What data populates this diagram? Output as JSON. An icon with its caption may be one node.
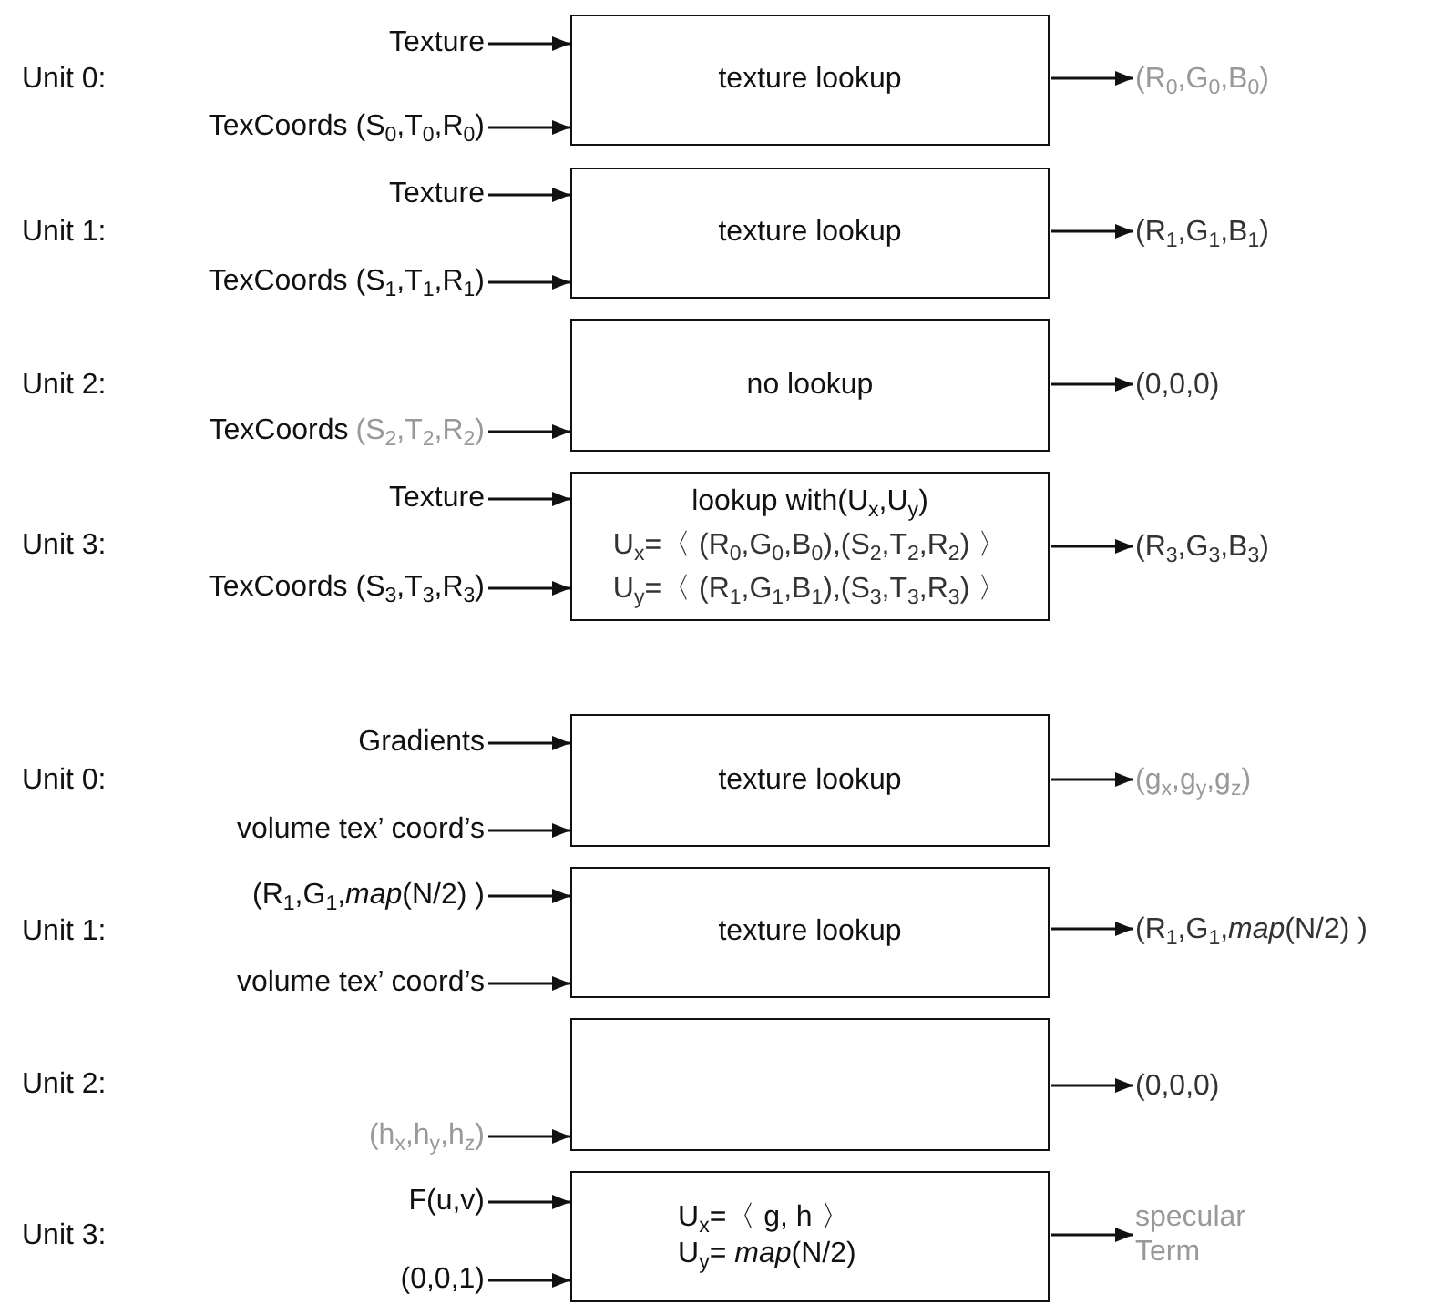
{
  "diagram": {
    "nodes": [
      {
        "text": [
          "Texture"
        ]
      },
      {
        "text": [
          "TexCoords (S$_{0}$,T$_{0}$,R$_{0}$)"
        ]
      },
      {
        "text": [
          "texture lookup"
        ]
      },
      {
        "text": [
          "(R$_{0}$,G$_{0}$,B$_{0}$)"
        ]
      },
      {
        "text": [
          "Texture"
        ]
      },
      {
        "text": [
          "TexCoords (S$_{1}$,T$_{1}$,R$_{1}$)"
        ]
      },
      {
        "text": [
          "texture lookup"
        ]
      },
      {
        "text": [
          "(R$_{1}$,G$_{1}$,B$_{1}$)"
        ]
      },
      {
        "text": [
          "TexCoords",
          "(S$_{2}$,T$_{2}$,R$_{2}$)"
        ]
      },
      {
        "text": [
          "no lookup"
        ]
      },
      {
        "text": [
          "(0,0,0)"
        ]
      },
      {
        "text": [
          "Texture"
        ]
      },
      {
        "text": [
          "TexCoords (S$_{3}$,T$_{3}$,R$_{3}$)"
        ]
      },
      {
        "text": [
          "lookup with(U$_{x}$,U$_{y}$)",
          "U$_{x}$=〈 (R$_{0}$,G$_{0}$,B$_{0}$),(S$_{2}$,T$_{2}$,R$_{2}$) 〉",
          "U$_{y}$=〈 (R$_{1}$,G$_{1}$,B$_{1}$),(S$_{3}$,T$_{3}$,R$_{3}$) 〉"
        ]
      },
      {
        "text": [
          "(R$_{3}$,G$_{3}$,B$_{3}$)"
        ]
      },
      {
        "text": [
          "Gradients"
        ]
      },
      {
        "text": [
          "volume tex’ coord’s"
        ]
      },
      {
        "text": [
          "texture lookup"
        ]
      },
      {
        "text": [
          "(g$_{x}$,g$_{y}$,g$_{z}$)"
        ]
      },
      {
        "text": [
          "(R$_{1}$,G$_{1}$,*map*(N/2) )"
        ]
      },
      {
        "text": [
          "volume tex’ coord’s"
        ]
      },
      {
        "text": [
          "texture lookup"
        ]
      },
      {
        "text": [
          "(R$_{1}$,G$_{1}$,*map*(N/2) )"
        ]
      },
      {
        "text": [
          "(h$_{x}$,h$_{y}$,h$_{z}$)"
        ]
      },
      {
        "text": [],
        "shape": "box"
      },
      {
        "text": [
          "(0,0,0)"
        ]
      },
      {
        "text": [
          "F(u,v)"
        ]
      },
      {
        "text": [
          "(0,0,1)"
        ]
      },
      {
        "text": [
          "U$_{x}$=〈 g, h 〉",
          "U$_{y}$= *map*(N/2)"
        ]
      },
      {
        "text": [
          "specular Term"
        ]
      }
    ],
    "edges": [
      {
        "from": 0,
        "to": 2,
        "arrow": "to"
      },
      {
        "from": 1,
        "to": 2,
        "arrow": "to"
      },
      {
        "from": 2,
        "to": 3,
        "arrow": "to"
      },
      {
        "from": 4,
        "to": 6,
        "arrow": "to"
      },
      {
        "from": 5,
        "to": 6,
        "arrow": "to"
      },
      {
        "from": 6,
        "to": 7,
        "arrow": "to"
      },
      {
        "from": 8,
        "to": 9,
        "arrow": "to"
      },
      {
        "from": 9,
        "to": 10,
        "arrow": "to"
      },
      {
        "from": 11,
        "to": 13,
        "arrow": "to"
      },
      {
        "from": 12,
        "to": 13,
        "arrow": "to"
      },
      {
        "from": 13,
        "to": 14,
        "arrow": "to"
      },
      {
        "from": 15,
        "to": 17,
        "arrow": "to"
      },
      {
        "from": 16,
        "to": 17,
        "arrow": "to"
      },
      {
        "from": 17,
        "to": 18,
        "arrow": "to"
      },
      {
        "from": 19,
        "to": 21,
        "arrow": "to"
      },
      {
        "from": 20,
        "to": 21,
        "arrow": "to"
      },
      {
        "from": 21,
        "to": 22,
        "arrow": "to"
      },
      {
        "from": 23,
        "to": 24,
        "arrow": "to"
      },
      {
        "from": 24,
        "to": 25,
        "arrow": "to"
      },
      {
        "from": 26,
        "to": 28,
        "arrow": "to"
      },
      {
        "from": 27,
        "to": 28,
        "arrow": "to"
      },
      {
        "from": 28,
        "to": 29,
        "arrow": "to"
      }
    ],
    "labels": [
      "Unit 0:",
      "Unit 1:",
      "Unit 2:",
      "Unit 3:",
      "Unit 0:",
      "Unit 1:",
      "Unit 2:",
      "Unit 3:"
    ]
  }
}
